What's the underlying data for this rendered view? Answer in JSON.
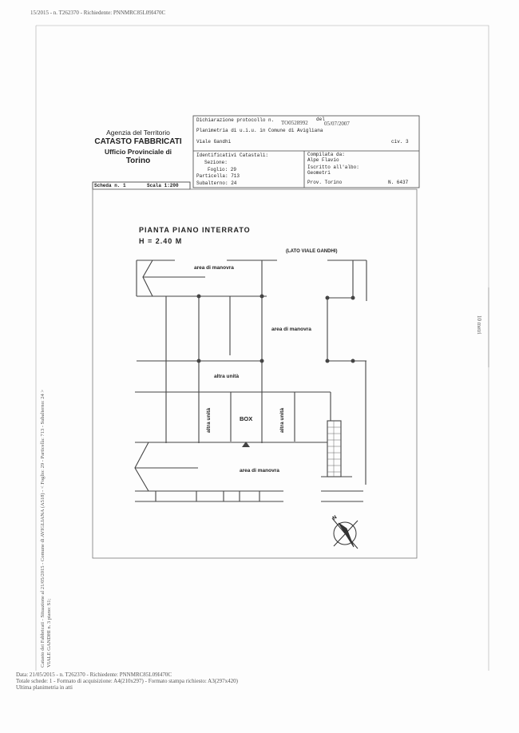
{
  "header": {
    "top_line": "15/2015 - n. T262370 - Richiedente: PNNMRC85L09I470C"
  },
  "org": {
    "line1": "Agenzia del Territorio",
    "line2": "CATASTO FABBRICATI",
    "line3": "Ufficio Provinciale di",
    "line4": "Torino"
  },
  "info": {
    "protocol_label": "Dichiarazione protocollo n.",
    "protocol_value": "TO0528992",
    "date_label": "del",
    "date_value": "05/07/2007",
    "planimetry": "Planimetria di u.i.u. in Comune di Avigliana",
    "street": "Viale Gandhi",
    "civ": "civ. 3",
    "ident_label": "Identificativi Catastali:",
    "sezione": "Sezione:",
    "foglio": "Foglio: 29",
    "particella": "Particella: 713",
    "subalterno": "Subalterno: 24",
    "compilata_label": "Compilata da:",
    "compilata_value": "Alpe Flavio",
    "iscritto_label": "Iscritto all'albo:",
    "iscritto_value": "Geometri",
    "prov": "Prov. Torino",
    "numero": "N. 6437"
  },
  "scheda": {
    "scheda": "Scheda n. 1",
    "scala": "Scala 1:200"
  },
  "plan": {
    "title": "PIANTA PIANO INTERRATO",
    "height": "H = 2.40 M",
    "side_label": "(LATO VIALE GANDHI)",
    "area1": "area di manovra",
    "area2": "area di manovra",
    "area3": "area di manovra",
    "altra1": "altra unità",
    "altra2": "altra unità",
    "altra3": "altra unità",
    "box": "BOX",
    "north_label": "N"
  },
  "scale_note": "10 metri",
  "side_text": {
    "line1": "Catasto dei Fabbricati - Situazione al 21/05/2015 - Comune di AVIGLIANA (A518) - < Foglio: 29 - Particella: 713 - Subalterno: 24 >",
    "line2": "VIALE GANDHI n. 3 piano: S1;"
  },
  "footer": {
    "line1": "Data: 21/05/2015 - n. T262370 - Richiedente: PNNMRC85L09I470C",
    "line2": "Totale schede: 1 - Formato di acquisizione: A4(210x297) - Formato stampa richiesto: A3(297x420)",
    "line3": "Ultima planimetria in atti"
  }
}
